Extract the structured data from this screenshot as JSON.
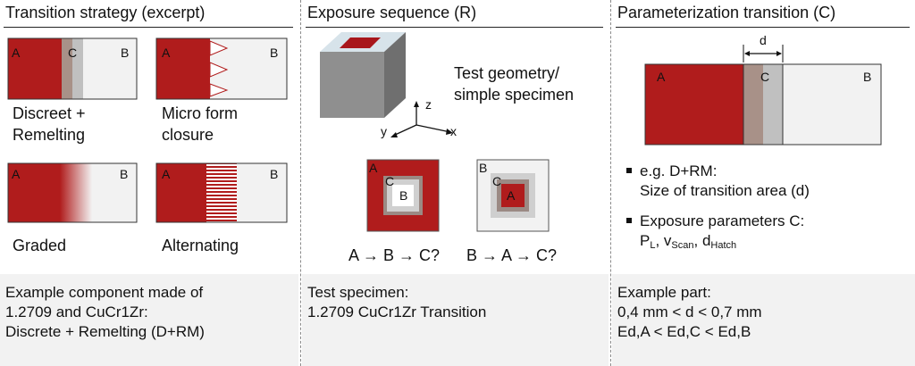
{
  "colors": {
    "red": "#b01c1c",
    "graded_gray": "#a8a8a8",
    "light": "#f2f2f2",
    "mid_gray": "#b5b5b5",
    "brown_gray": "#a89188"
  },
  "panel1": {
    "title": "Transition strategy (excerpt)",
    "items": [
      {
        "label_a": "A",
        "label_b": "B",
        "label_c": "C",
        "caption_lines": [
          "Discreet +",
          "Remelting"
        ]
      },
      {
        "label_a": "A",
        "label_b": "B",
        "caption_lines": [
          "Micro form",
          "closure"
        ]
      },
      {
        "label_a": "A",
        "label_b": "B",
        "caption_lines": [
          "Graded"
        ]
      },
      {
        "label_a": "A",
        "label_b": "B",
        "caption_lines": [
          "Alternating"
        ]
      }
    ],
    "footer_lines": [
      "Example component made of",
      "1.2709 and CuCr1Zr:",
      "Discrete + Remelting (D+RM)"
    ]
  },
  "panel2": {
    "title": "Exposure sequence (R)",
    "geometry_lines": [
      "Test geometry/",
      "simple specimen"
    ],
    "axes": {
      "z": "z",
      "y": "y",
      "x": "x"
    },
    "specimen1": {
      "outer": "A",
      "middle": "C",
      "inner": "B"
    },
    "specimen2": {
      "outer": "B",
      "middle": "C",
      "inner": "A"
    },
    "seq1": "A → B → C?",
    "seq2": "B → A → C?",
    "footer_lines": [
      "Test specimen:",
      "1.2709 CuCr1Zr Transition"
    ]
  },
  "panel3": {
    "title": "Parameterization transition (C)",
    "dim_label": "d",
    "label_a": "A",
    "label_c": "C",
    "label_b": "B",
    "bullet1_lines": [
      "e.g. D+RM:",
      "Size of transition area (d)"
    ],
    "bullet2_line1": "Exposure parameters C:",
    "bullet2_formula": {
      "p": "P",
      "p_sub": "L",
      "sep1": ", ",
      "v": "v",
      "v_sub": "Scan",
      "sep2": ", ",
      "d": "d",
      "d_sub": "Hatch"
    },
    "footer_lines": [
      "Example part:",
      "0,4 mm < d < 0,7 mm",
      "Ed,A < Ed,C < Ed,B"
    ]
  }
}
